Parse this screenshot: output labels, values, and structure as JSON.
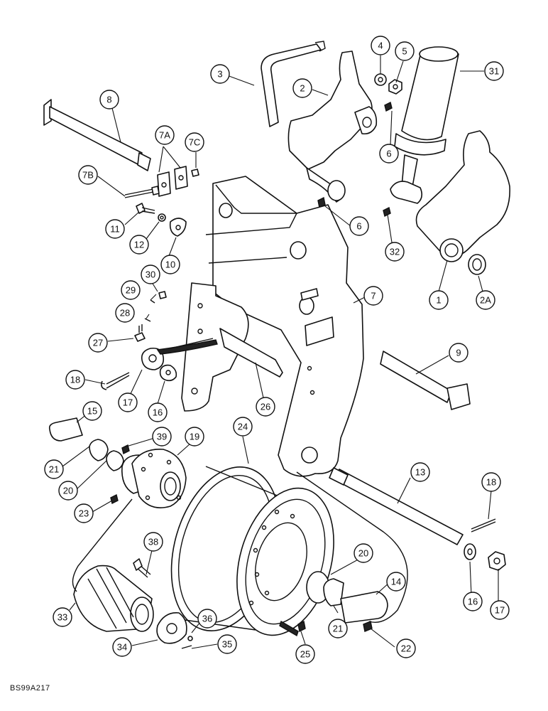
{
  "figure_code": "BS99A217",
  "callouts": {
    "c1": "1",
    "c2": "2",
    "c2A": "2A",
    "c3": "3",
    "c4": "4",
    "c5": "5",
    "c6a": "6",
    "c6b": "6",
    "c7": "7",
    "c7A": "7A",
    "c7B": "7B",
    "c7C": "7C",
    "c8": "8",
    "c9": "9",
    "c10": "10",
    "c11": "11",
    "c12": "12",
    "c13": "13",
    "c14": "14",
    "c15": "15",
    "c16a": "16",
    "c16b": "16",
    "c17a": "17",
    "c17b": "17",
    "c18a": "18",
    "c18b": "18",
    "c19": "19",
    "c20a": "20",
    "c20b": "20",
    "c21a": "21",
    "c21b": "21",
    "c22": "22",
    "c23": "23",
    "c24": "24",
    "c25": "25",
    "c26": "26",
    "c27": "27",
    "c28": "28",
    "c29": "29",
    "c30": "30",
    "c31": "31",
    "c32": "32",
    "c33": "33",
    "c34": "34",
    "c35": "35",
    "c36": "36",
    "c38": "38",
    "c39": "39"
  }
}
